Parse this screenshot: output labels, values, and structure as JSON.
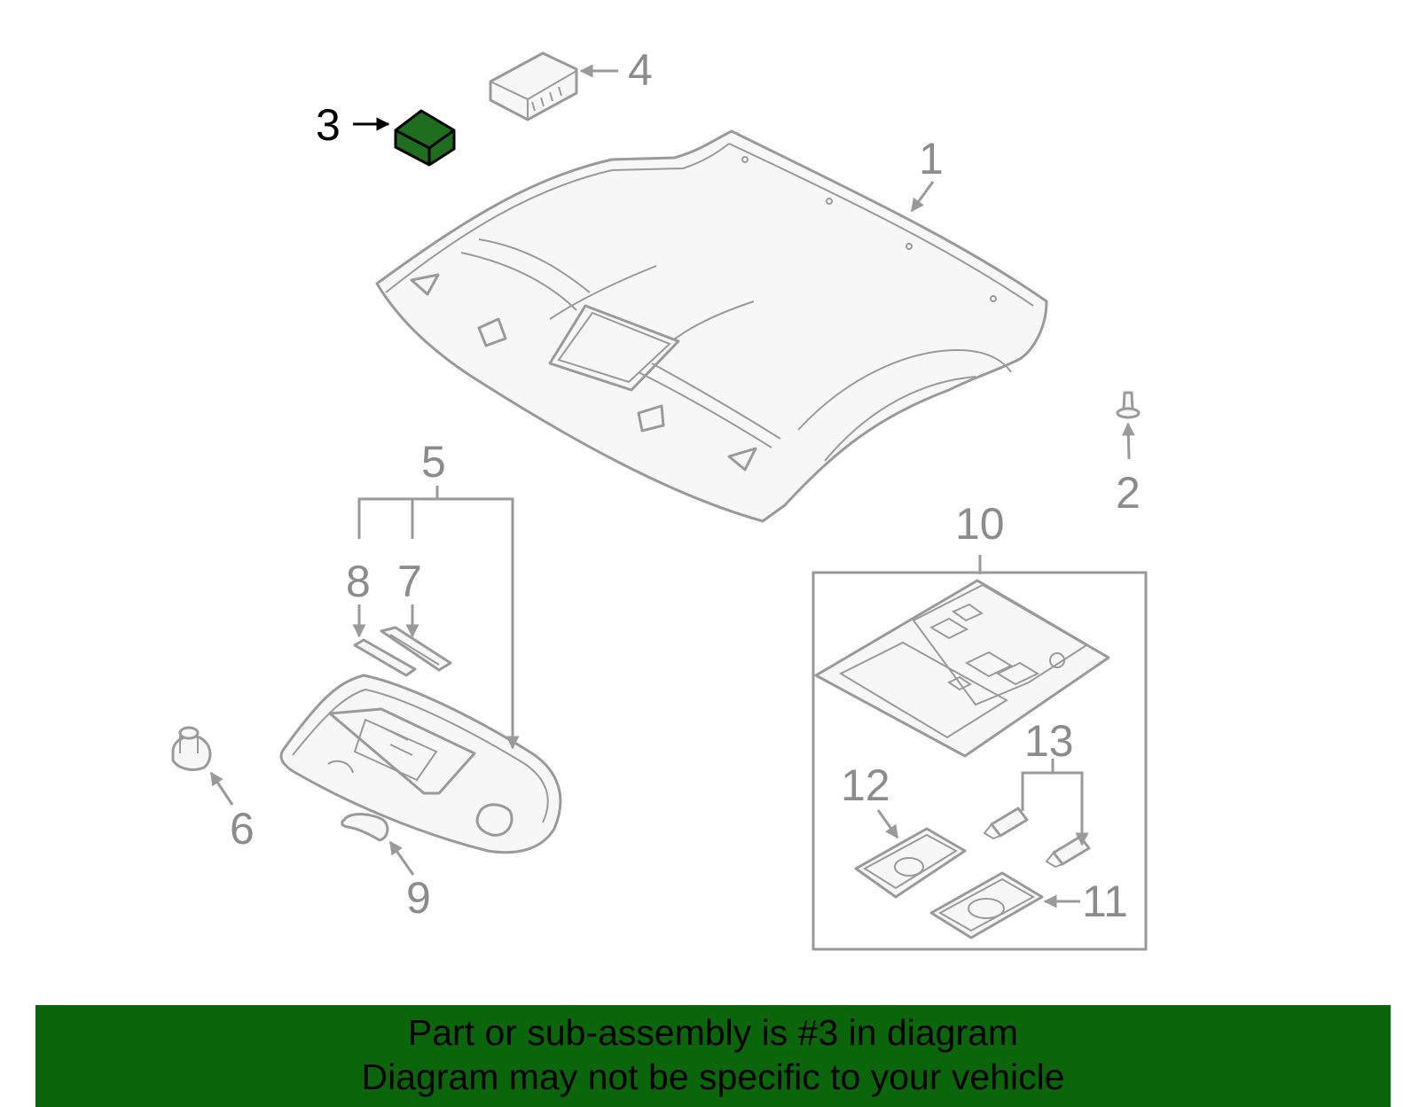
{
  "diagram": {
    "highlight_color": "#1f6e1f",
    "callouts": [
      {
        "id": "1",
        "text": "1"
      },
      {
        "id": "2",
        "text": "2"
      },
      {
        "id": "3",
        "text": "3",
        "highlighted": true
      },
      {
        "id": "4",
        "text": "4"
      },
      {
        "id": "5",
        "text": "5"
      },
      {
        "id": "6",
        "text": "6"
      },
      {
        "id": "7",
        "text": "7"
      },
      {
        "id": "8",
        "text": "8"
      },
      {
        "id": "9",
        "text": "9"
      },
      {
        "id": "10",
        "text": "10"
      },
      {
        "id": "11",
        "text": "11"
      },
      {
        "id": "12",
        "text": "12"
      },
      {
        "id": "13",
        "text": "13"
      }
    ]
  },
  "banner": {
    "background_color": "#0b660b",
    "line1": "Part or sub-assembly is #3 in diagram",
    "line2": "Diagram may not be specific to your vehicle"
  }
}
